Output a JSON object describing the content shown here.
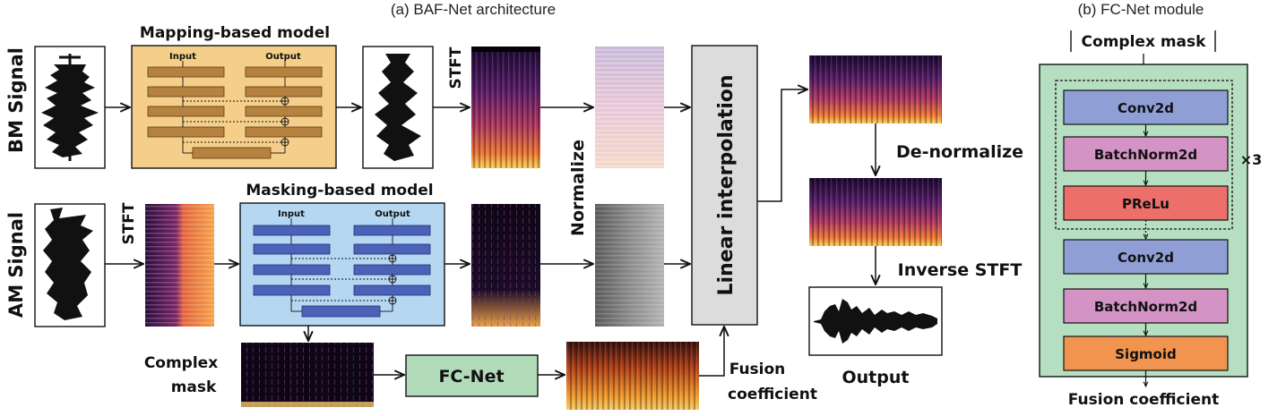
{
  "captions": {
    "architecture": "(a) BAF-Net architecture",
    "fc_module": "(b) FC-Net module"
  },
  "signals": {
    "bm": "BM Signal",
    "am": "AM Signal"
  },
  "models": {
    "mapping": {
      "title": "Mapping-based model",
      "input": "Input",
      "output": "Output"
    },
    "masking": {
      "title": "Masking-based model",
      "input": "Input",
      "output": "Output"
    }
  },
  "labels": {
    "stft_top": "STFT",
    "stft_bottom": "STFT",
    "normalize": "Normalize",
    "linear_interpolation": "Linear interpolation",
    "denormalize": "De-normalize",
    "inverse_stft": "Inverse STFT",
    "output": "Output",
    "complex_mask_line1": "Complex",
    "complex_mask_line2": "mask",
    "fc_net": "FC-Net",
    "fusion_line1": "Fusion",
    "fusion_line2": "coefficient"
  },
  "fc_net_module": {
    "input_label": "Complex mask",
    "output_label": "Fusion coefficient",
    "repeat": "×3",
    "blocks": [
      {
        "label": "Conv2d",
        "color": "#8f9fd6"
      },
      {
        "label": "BatchNorm2d",
        "color": "#d493c5"
      },
      {
        "label": "PReLu",
        "color": "#ec6f6a"
      },
      {
        "label": "Conv2d",
        "color": "#8f9fd6"
      },
      {
        "label": "BatchNorm2d",
        "color": "#d493c5"
      },
      {
        "label": "Sigmoid",
        "color": "#f09450"
      }
    ],
    "panel_color": "#b6dfc1"
  },
  "colors": {
    "mapping_box": "#f5cf8a",
    "mapping_bar": "#b5823f",
    "masking_box": "#b5d7f2",
    "masking_bar": "#4a62b8",
    "fc_net_box": "#b2dcb9",
    "interp_box": "#dcdcdc"
  }
}
